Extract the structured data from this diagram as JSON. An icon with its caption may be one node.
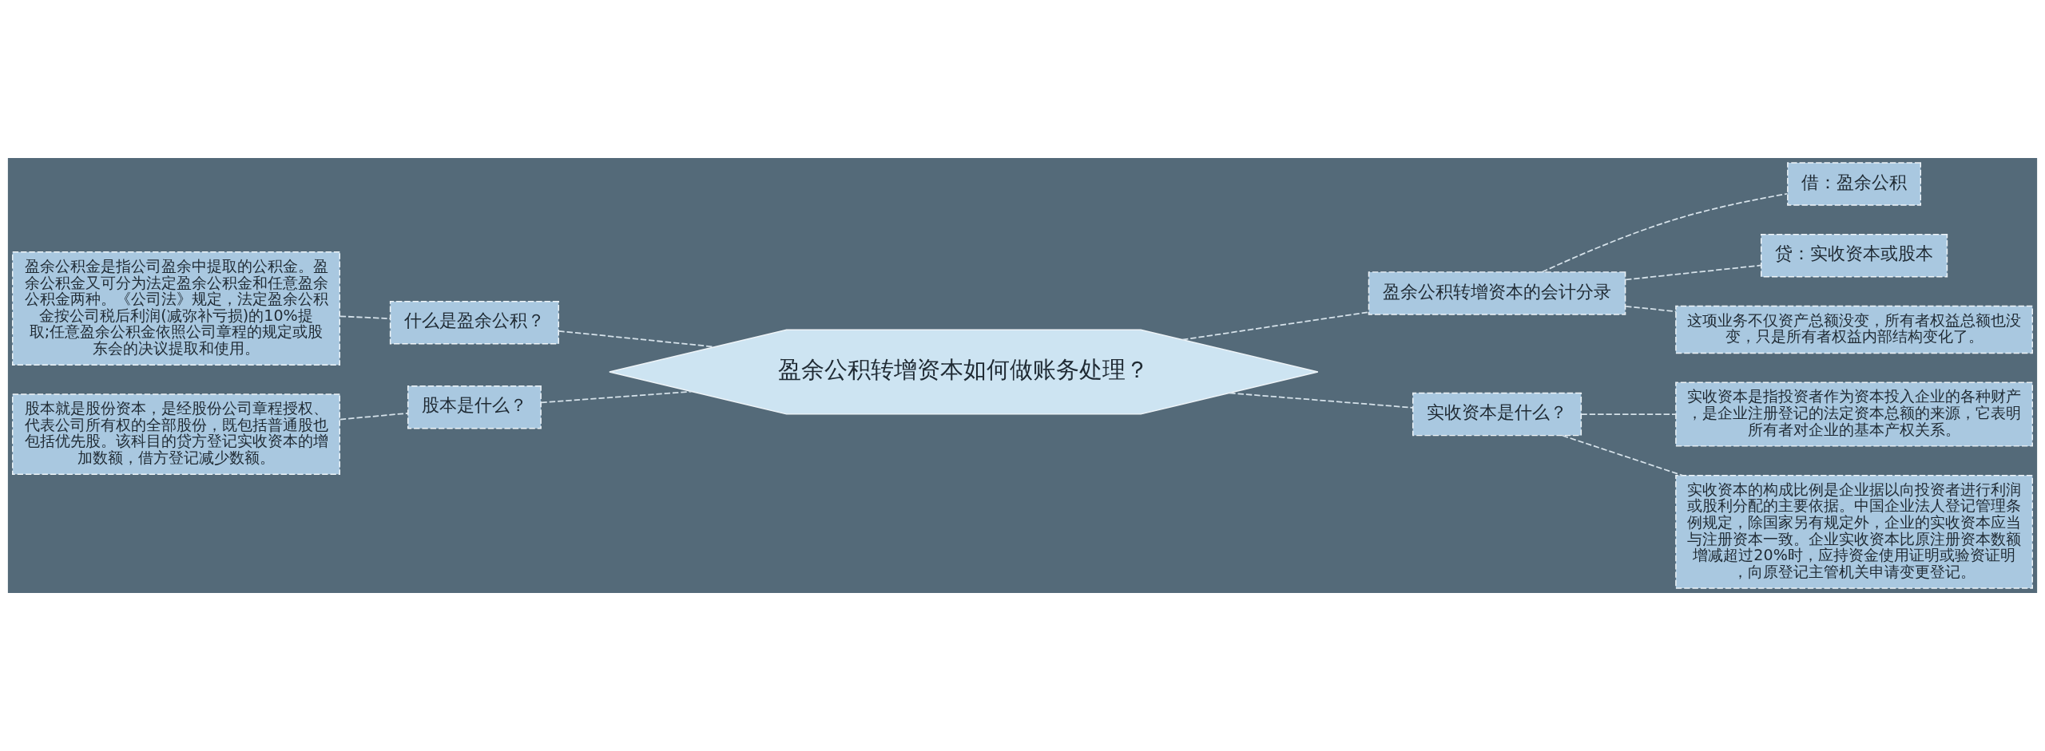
{
  "diagram": {
    "nodes": [
      {
        "text": [
          "盈余公积转增资本如何做账务处理？"
        ]
      },
      {
        "text": [
          "什么是盈余公积？"
        ]
      },
      {
        "text": [
          "盈余公积金是指公司盈余中提取的公积金。盈余公积金又可分为法定盈余公积金和任意盈余公积金两种。《公司法》规定，法定盈余公积金按公司税后利润(减弥补亏损)的10%提取;任意盈余公积金依照公司章程的规定或股东会的决议提取和使用。"
        ]
      },
      {
        "text": [
          "股本是什么？"
        ]
      },
      {
        "text": [
          "股本就是股份资本，是经股份公司章程授权、代表公司所有权的全部股份，既包括普通股也包括优先股。该科目的贷方登记实收资本的增加数额，借方登记减少数额。"
        ]
      },
      {
        "text": [
          "盈余公积转增资本的会计分录"
        ]
      },
      {
        "text": [
          "借：盈余公积"
        ]
      },
      {
        "text": [
          "贷：实收资本或股本"
        ]
      },
      {
        "text": [
          "这项业务不仅资产总额没变，所有者权益总额也没变，只是所有者权益内部结构变化了。"
        ]
      },
      {
        "text": [
          "实收资本是什么？"
        ]
      },
      {
        "text": [
          "实收资本是指投资者作为资本投入企业的各种财产，是企业注册登记的法定资本总额的来源，它表明所有者对企业的基本产权关系。"
        ]
      },
      {
        "text": [
          "实收资本的构成比例是企业据以向投资者进行利润或股利分配的主要依据。中国企业法人登记管理条例规定，除国家另有规定外，企业的实收资本应当与注册资本一致。企业实收资本比原注册资本数额增减超过20%时，应持资金使用证明或验资证明，向原登记主管机关申请变更登记。"
        ]
      }
    ],
    "edges": [
      {
        "from": 0,
        "to": 1,
        "arrow": "none",
        "style": "dashed"
      },
      {
        "from": 1,
        "to": 2,
        "arrow": "none",
        "style": "dashed"
      },
      {
        "from": 0,
        "to": 3,
        "arrow": "none",
        "style": "dashed"
      },
      {
        "from": 3,
        "to": 4,
        "arrow": "none",
        "style": "dashed"
      },
      {
        "from": 0,
        "to": 5,
        "arrow": "none",
        "style": "dashed"
      },
      {
        "from": 5,
        "to": 6,
        "arrow": "none",
        "style": "dashed"
      },
      {
        "from": 5,
        "to": 7,
        "arrow": "none",
        "style": "dashed"
      },
      {
        "from": 5,
        "to": 8,
        "arrow": "none",
        "style": "dashed"
      },
      {
        "from": 0,
        "to": 9,
        "arrow": "none",
        "style": "dashed"
      },
      {
        "from": 9,
        "to": 10,
        "arrow": "none",
        "style": "dashed"
      },
      {
        "from": 9,
        "to": 11,
        "arrow": "none",
        "style": "dashed"
      }
    ]
  }
}
